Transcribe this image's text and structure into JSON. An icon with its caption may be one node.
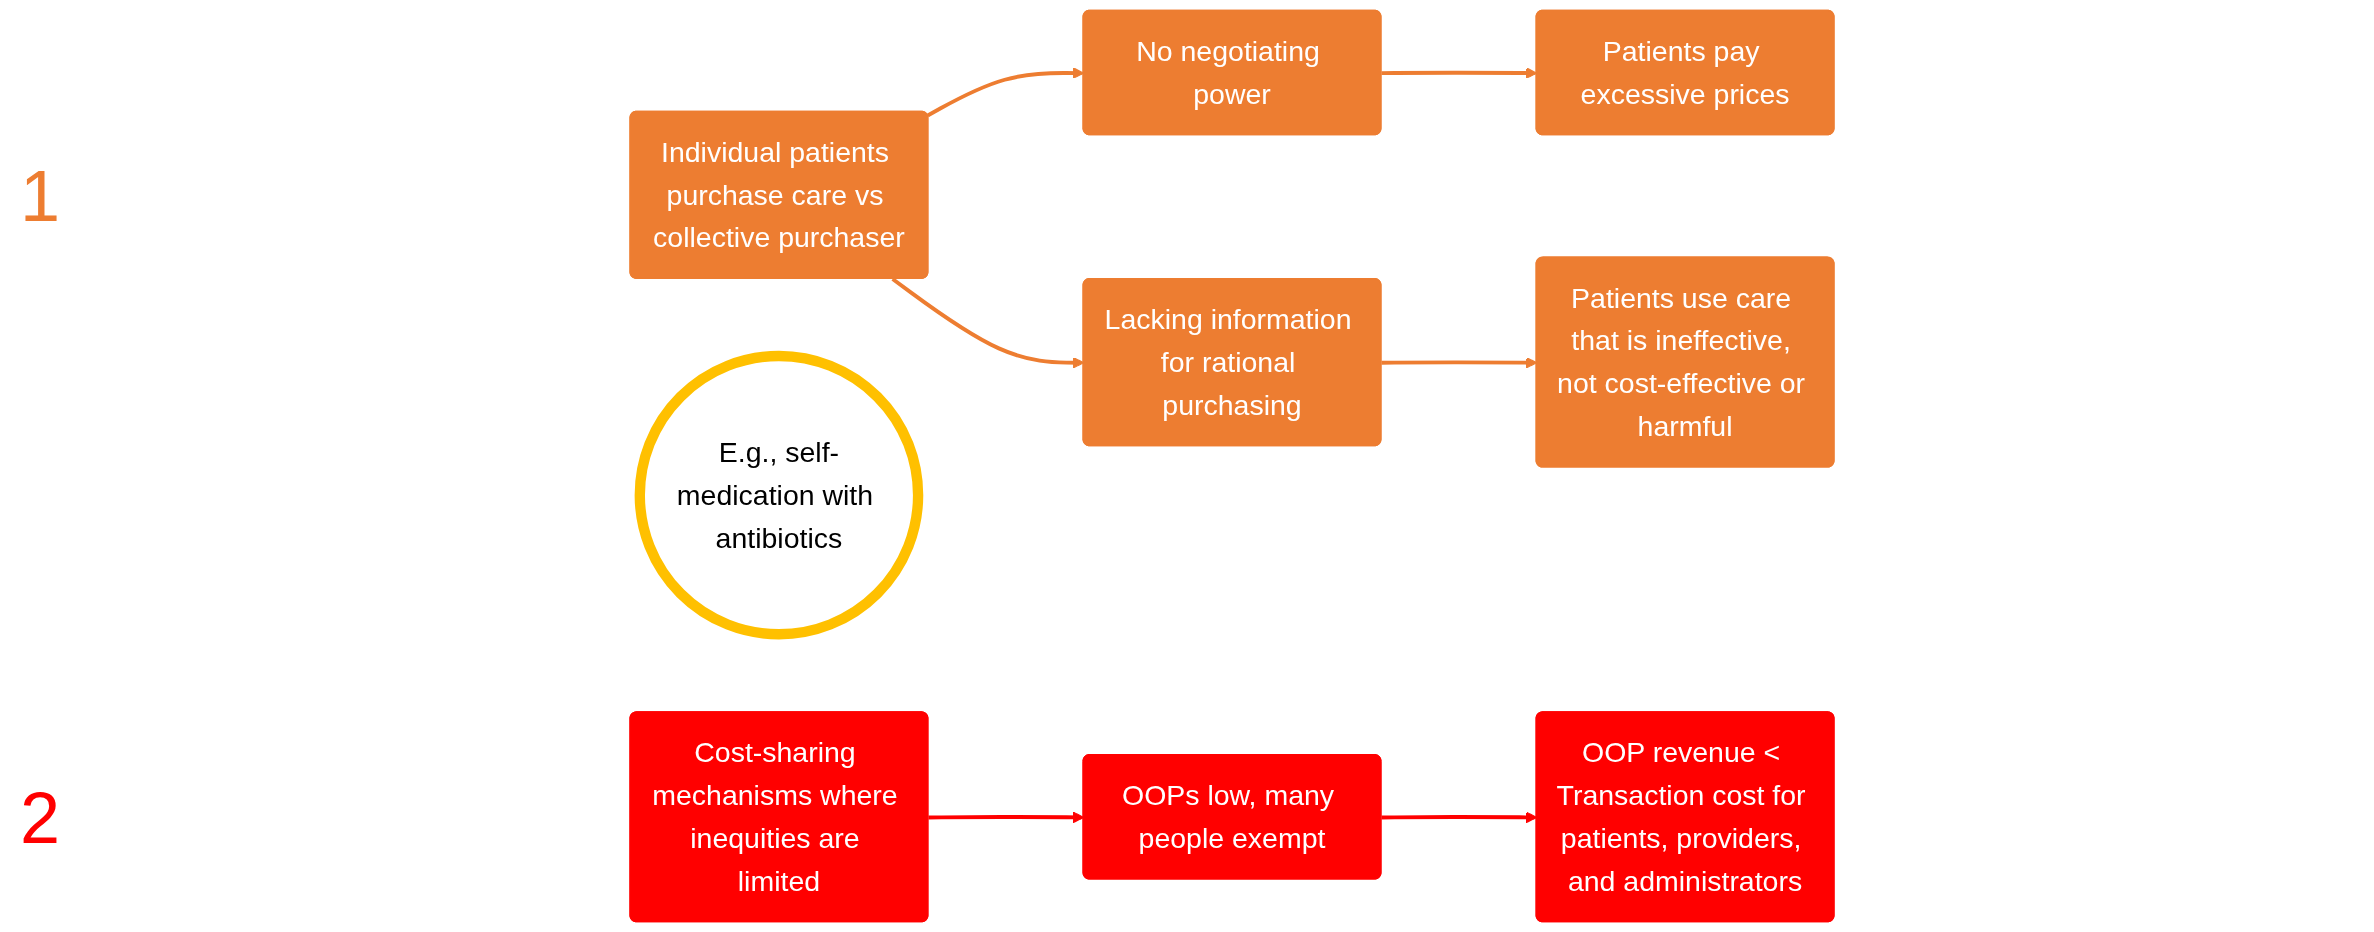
{
  "diagram": {
    "nodes": [
      {
        "text": [
          "Individual patients purchase care vs collective purchaser"
        ]
      },
      {
        "text": [
          "No negotiating power"
        ]
      },
      {
        "text": [
          "Patients pay excessive prices"
        ]
      },
      {
        "text": [
          "Lacking information for rational purchasing"
        ]
      },
      {
        "text": [
          "Patients use care that is ineffective, not cost-effective or harmful"
        ]
      },
      {
        "text": [
          "E.g., self-medication with antibiotics"
        ]
      },
      {
        "text": [
          "Cost-sharing mechanisms where inequities are limited"
        ]
      },
      {
        "text": [
          "OOPs low, many people exempt"
        ]
      },
      {
        "text": [
          "OOP revenue < Transaction cost for patients, providers, and administrators"
        ]
      }
    ],
    "edges": [
      {
        "from": 0,
        "to": 1,
        "arrow": "to"
      },
      {
        "from": 0,
        "to": 3,
        "arrow": "to"
      },
      {
        "from": 1,
        "to": 2,
        "arrow": "to"
      },
      {
        "from": 3,
        "to": 4,
        "arrow": "to"
      },
      {
        "from": 6,
        "to": 7,
        "arrow": "to",
        "color": "#ff0000"
      },
      {
        "from": 7,
        "to": 8,
        "arrow": "to",
        "color": "#ff0000"
      }
    ],
    "labels": [
      "1",
      "2"
    ]
  }
}
